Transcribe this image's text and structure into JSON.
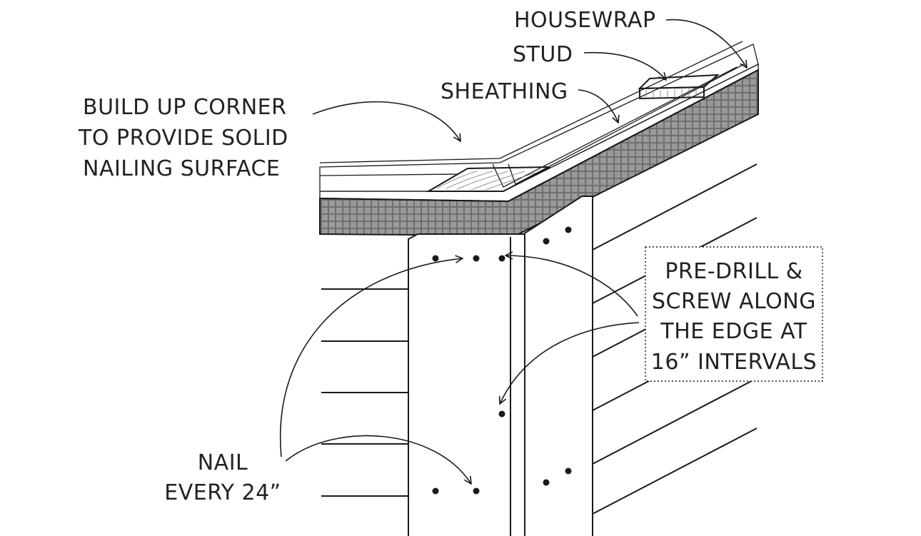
{
  "colors": {
    "ink": "#1a1a1a",
    "housewrap": "#6f6f6f",
    "sheathing": "#e6e6e6",
    "board_fill": "#ffffff",
    "text": "#222222"
  },
  "labels": {
    "housewrap": "HOUSEWRAP",
    "stud": "STUD",
    "sheathing": "SHEATHING",
    "build_up_corner": [
      "BUILD UP CORNER",
      "TO PROVIDE SOLID",
      "NAILING SURFACE"
    ],
    "pre_drill": [
      "PRE-DRILL &",
      "SCREW ALONG",
      "THE EDGE AT",
      "16” INTERVALS"
    ],
    "nail": [
      "NAIL",
      "EVERY 24”"
    ]
  }
}
